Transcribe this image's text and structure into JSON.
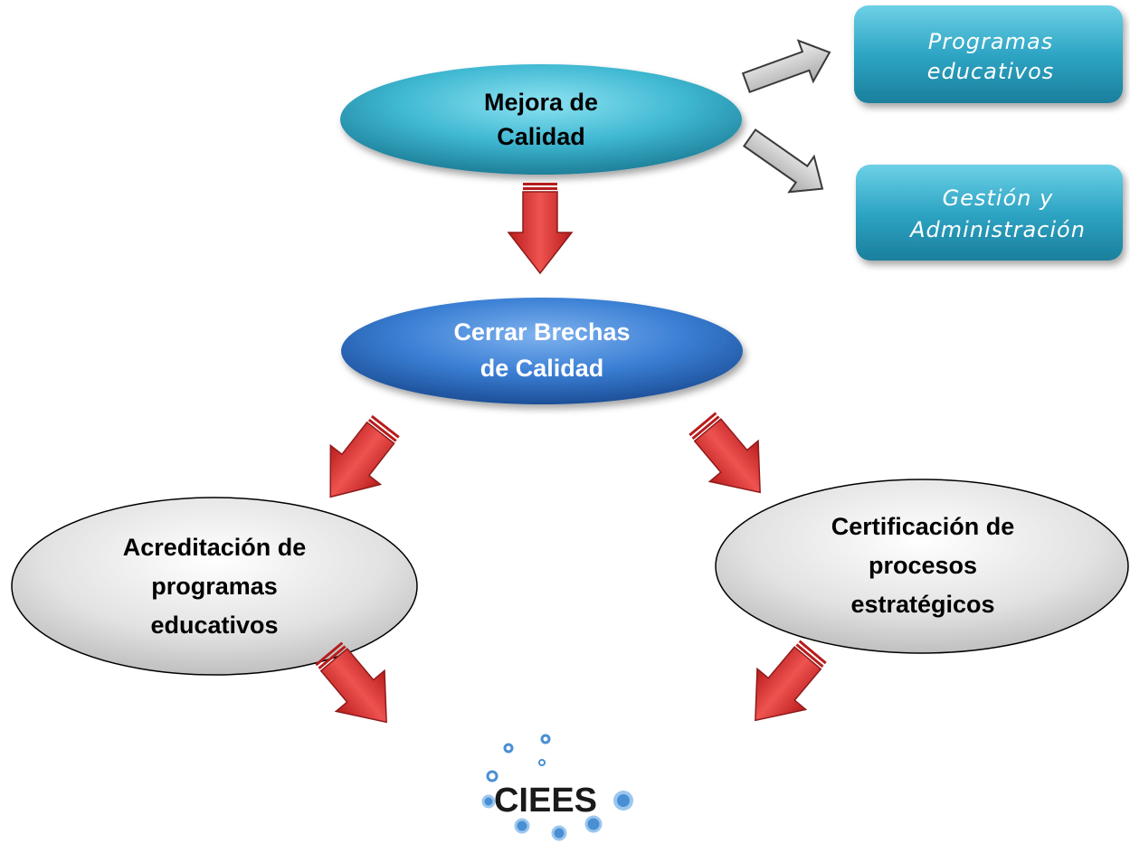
{
  "nodes": {
    "mejora": {
      "line1": "Mejora de",
      "line2": "Calidad"
    },
    "cerrar": {
      "line1": "Cerrar Brechas",
      "line2": "de Calidad"
    },
    "acreditacion": {
      "line1": "Acreditación de",
      "line2": "programas",
      "line3": "educativos"
    },
    "certificacion": {
      "line1": "Certificación de",
      "line2": "procesos",
      "line3": "estratégicos"
    }
  },
  "boxes": {
    "programas": {
      "line1": "Programas",
      "line2": "educativos"
    },
    "gestion": {
      "line1": "Gestión y",
      "line2": "Administración"
    }
  },
  "logo": {
    "text": "CIEES"
  },
  "colors": {
    "teal": "#3fb8d2",
    "blue": "#2f73c8",
    "gray_ellipse": "#d9d9d9",
    "box": "#2c9fbe",
    "arrow_red": "#d32f2f",
    "arrow_gray": "#c8c8c8",
    "logo_blue": "#4a8fd4"
  }
}
